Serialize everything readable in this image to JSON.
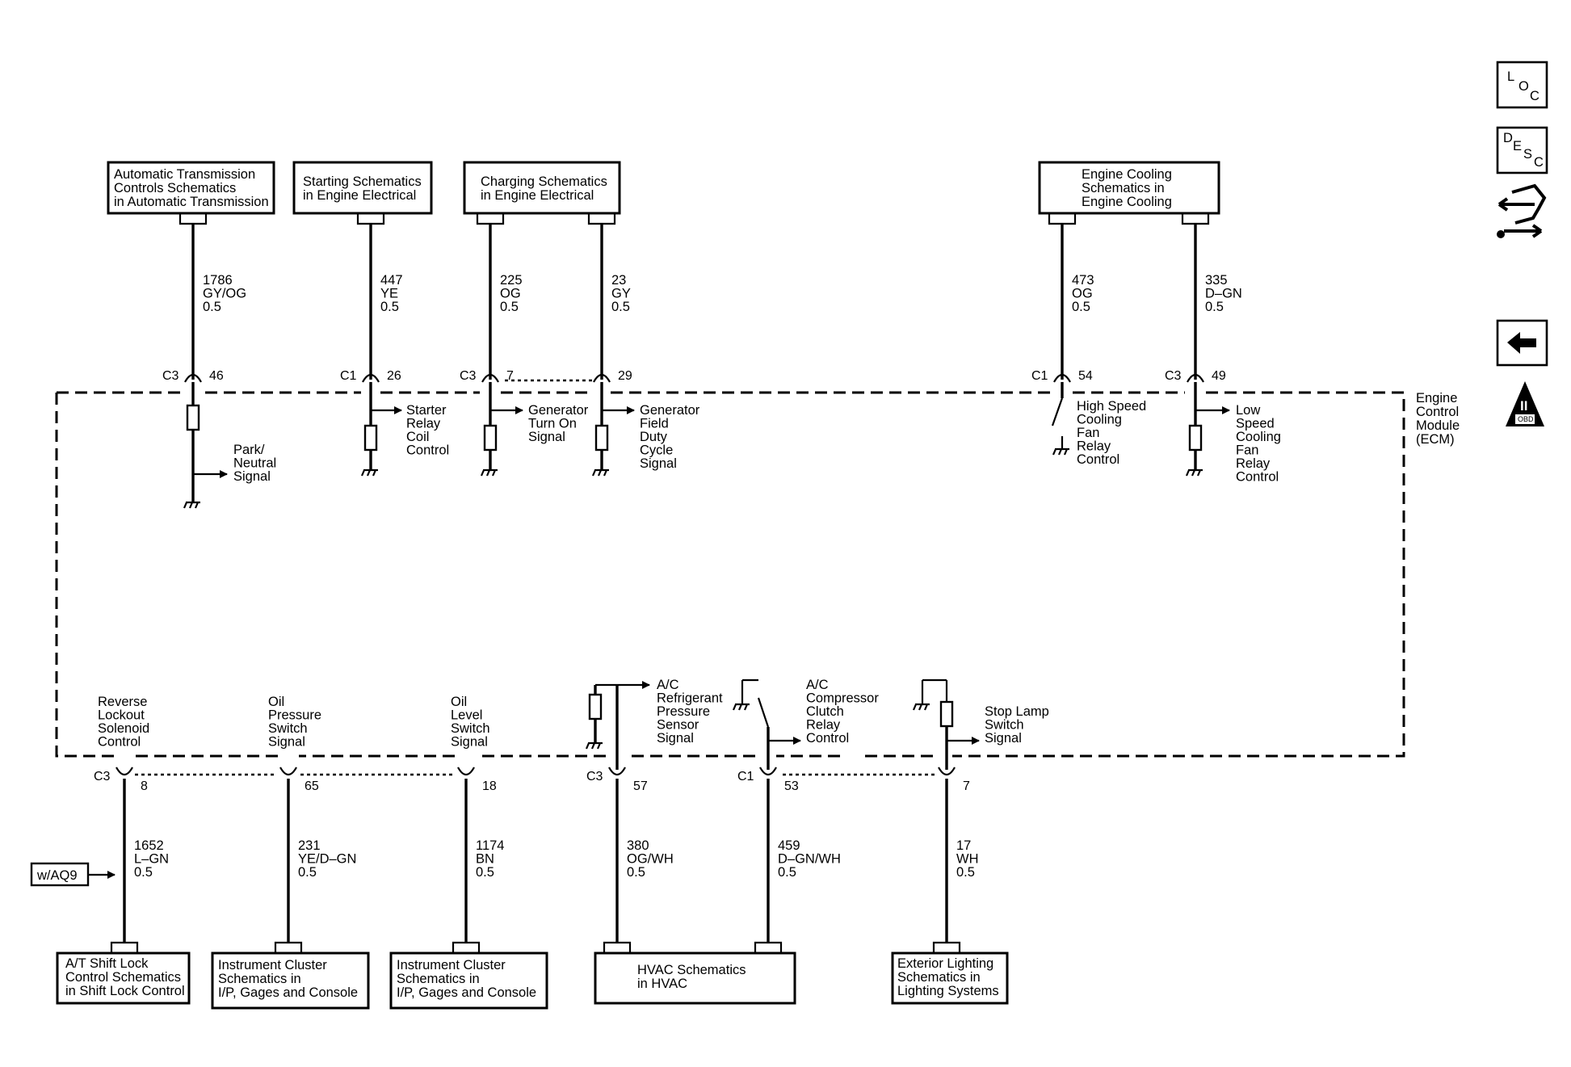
{
  "module": {
    "lines": [
      "Engine",
      "Control",
      "Module",
      "(ECM)"
    ]
  },
  "side_icons": {
    "loc": [
      "L",
      "O",
      "C"
    ],
    "desc": [
      "D",
      "E",
      "S",
      "C"
    ],
    "obd": "OBD II",
    "obd_numeral": "II",
    "icons": [
      "loc-icon",
      "desc-icon",
      "connector-views-icon",
      "back-arrow-icon",
      "obd-ii-icon"
    ]
  },
  "top_boxes": [
    {
      "lines": [
        "Automatic Transmission",
        "Controls Schematics",
        "in Automatic Transmission"
      ]
    },
    {
      "lines": [
        "Starting Schematics",
        "in Engine Electrical"
      ]
    },
    {
      "lines": [
        "Charging Schematics",
        "in Engine Electrical"
      ]
    },
    {
      "lines": [
        "Engine Cooling",
        "Schematics in",
        "Engine Cooling"
      ]
    }
  ],
  "bottom_boxes": [
    {
      "lines": [
        "A/T Shift Lock",
        "Control Schematics",
        "in Shift Lock Control"
      ]
    },
    {
      "lines": [
        "Instrument Cluster",
        "Schematics in",
        "I/P, Gages and Console"
      ]
    },
    {
      "lines": [
        "Instrument Cluster",
        "Schematics in",
        "I/P, Gages and Console"
      ]
    },
    {
      "lines": [
        "HVAC Schematics",
        "in HVAC"
      ]
    },
    {
      "lines": [
        "Exterior Lighting",
        "Schematics in",
        "Lighting Systems"
      ]
    }
  ],
  "option_tag": "w/AQ9",
  "top_circuits": [
    {
      "connector": "C3",
      "pin": "46",
      "circuit": "1786",
      "color": "GY/OG",
      "size": "0.5",
      "function": [
        "Park/",
        "Neutral",
        "Signal"
      ]
    },
    {
      "connector": "C1",
      "pin": "26",
      "circuit": "447",
      "color": "YE",
      "size": "0.5",
      "function": [
        "Starter",
        "Relay",
        "Coil",
        "Control"
      ]
    },
    {
      "connector": "C3",
      "pin": "7",
      "circuit": "225",
      "color": "OG",
      "size": "0.5",
      "function": [
        "Generator",
        "Turn On",
        "Signal"
      ]
    },
    {
      "connector": "",
      "pin": "29",
      "circuit": "23",
      "color": "GY",
      "size": "0.5",
      "function": [
        "Generator",
        "Field",
        "Duty",
        "Cycle",
        "Signal"
      ]
    },
    {
      "connector": "C1",
      "pin": "54",
      "circuit": "473",
      "color": "OG",
      "size": "0.5",
      "function": [
        "High Speed",
        "Cooling",
        "Fan",
        "Relay",
        "Control"
      ]
    },
    {
      "connector": "C3",
      "pin": "49",
      "circuit": "335",
      "color": "D–GN",
      "size": "0.5",
      "function": [
        "Low",
        "Speed",
        "Cooling",
        "Fan",
        "Relay",
        "Control"
      ]
    }
  ],
  "bottom_circuits": [
    {
      "connector": "C3",
      "pin": "8",
      "circuit": "1652",
      "color": "L–GN",
      "size": "0.5",
      "function": [
        "Reverse",
        "Lockout",
        "Solenoid",
        "Control"
      ]
    },
    {
      "connector": "",
      "pin": "65",
      "circuit": "231",
      "color": "YE/D–GN",
      "size": "0.5",
      "function": [
        "Oil",
        "Pressure",
        "Switch",
        "Signal"
      ]
    },
    {
      "connector": "",
      "pin": "18",
      "circuit": "1174",
      "color": "BN",
      "size": "0.5",
      "function": [
        "Oil",
        "Level",
        "Switch",
        "Signal"
      ]
    },
    {
      "connector": "C3",
      "pin": "57",
      "circuit": "380",
      "color": "OG/WH",
      "size": "0.5",
      "function": [
        "A/C",
        "Refrigerant",
        "Pressure",
        "Sensor",
        "Signal"
      ]
    },
    {
      "connector": "C1",
      "pin": "53",
      "circuit": "459",
      "color": "D–GN/WH",
      "size": "0.5",
      "function": [
        "A/C",
        "Compressor",
        "Clutch",
        "Relay",
        "Control"
      ]
    },
    {
      "connector": "",
      "pin": "7",
      "circuit": "17",
      "color": "WH",
      "size": "0.5",
      "function": [
        "Stop Lamp",
        "Switch",
        "Signal"
      ]
    }
  ]
}
